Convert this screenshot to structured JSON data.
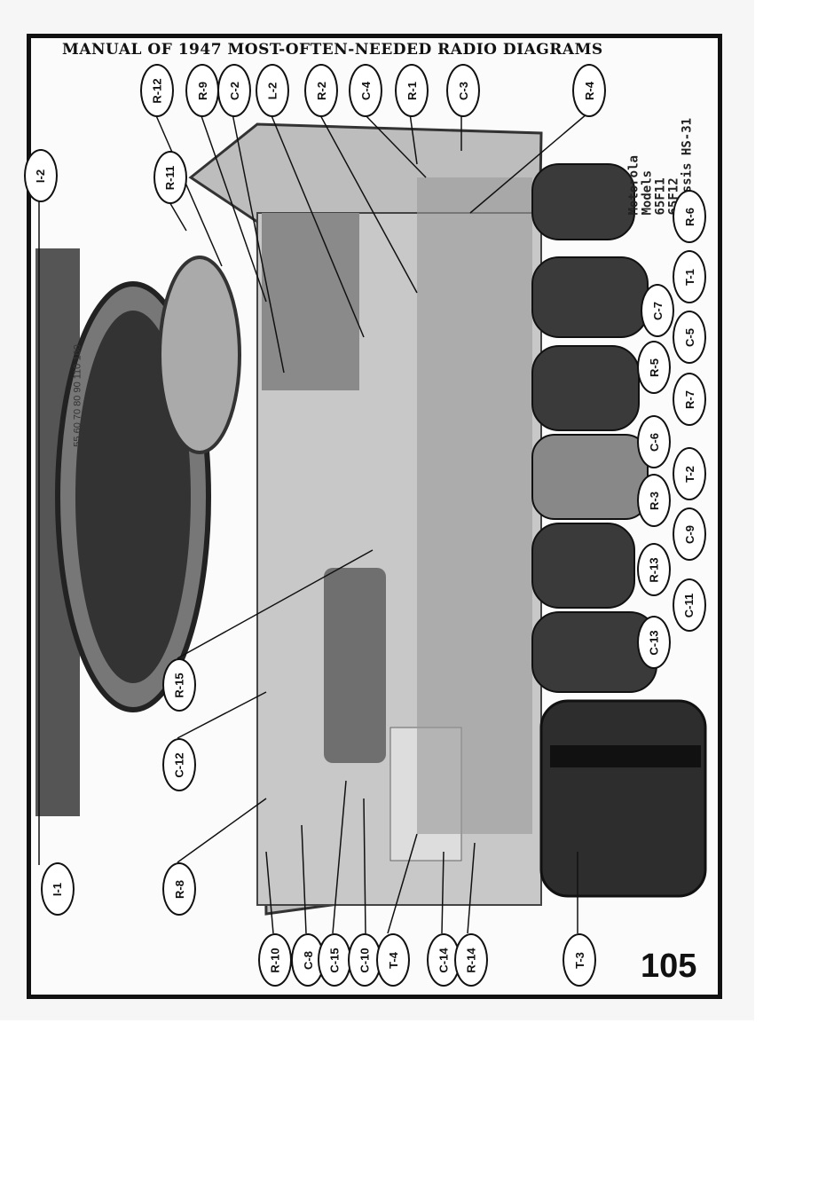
{
  "header": {
    "title": "MANUAL OF 1947 MOST-OFTEN-NEEDED RADIO DIAGRAMS"
  },
  "model_info": {
    "lines": [
      "Motorola",
      "Models",
      "65F11",
      "65F12",
      "Chassis HS-31"
    ]
  },
  "page_number": "105",
  "dial_scale": "55 60 70 80 90 110 160",
  "callouts": {
    "top": [
      "R-12",
      "R-9",
      "C-2",
      "L-2",
      "R-2",
      "C-4",
      "R-1",
      "C-3",
      "R-4"
    ],
    "upper_left": [
      "I-2",
      "R-11"
    ],
    "right": [
      "R-6",
      "T-1",
      "C-7",
      "C-5",
      "R-5",
      "R-7",
      "C-6",
      "T-2",
      "R-3",
      "C-9",
      "R-13",
      "C-11",
      "C-13"
    ],
    "left": [
      "R-15",
      "C-12",
      "R-8",
      "I-1"
    ],
    "bottom": [
      "R-10",
      "C-8",
      "C-15",
      "C-10",
      "T-4",
      "C-14",
      "R-14",
      "T-3"
    ]
  }
}
